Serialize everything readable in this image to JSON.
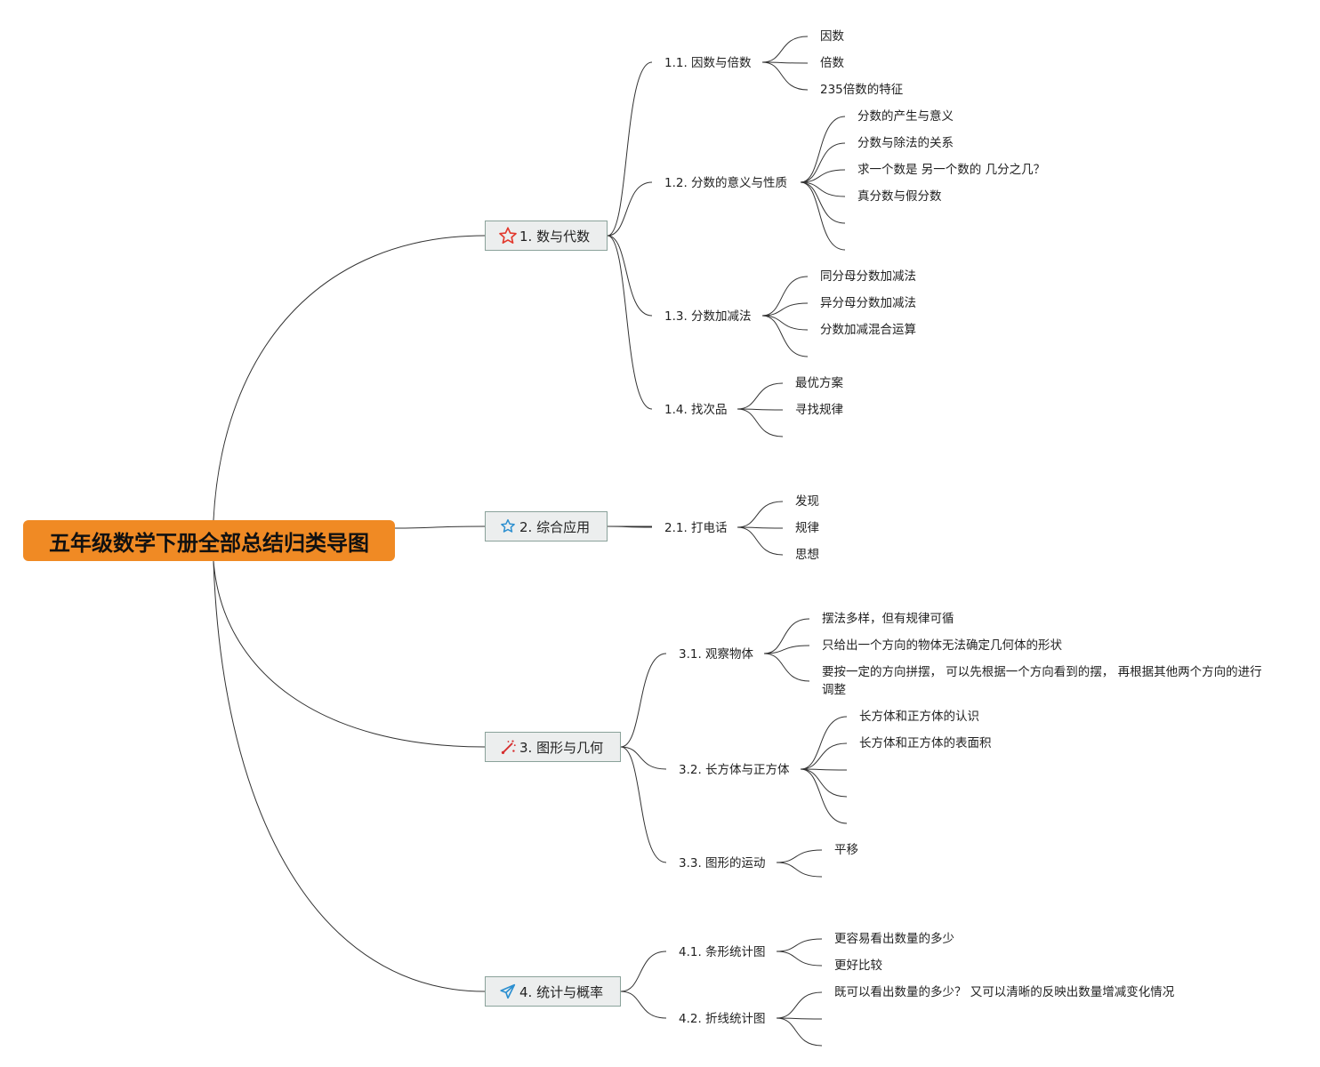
{
  "root": "五年级数学下册全部总结归类导图",
  "branches": [
    {
      "label": "1. 数与代数",
      "icon": "star-icon",
      "icon_color": "#e2382c",
      "subs": [
        {
          "label": "1.1. 因数与倍数",
          "leaves": [
            "因数",
            "倍数",
            "235倍数的特征"
          ]
        },
        {
          "label": "1.2. 分数的意义与性质",
          "leaves": [
            "分数的产生与意义",
            "分数与除法的关系",
            "求一个数是 另一个数的 几分之几？",
            "真分数与假分数",
            "",
            ""
          ]
        },
        {
          "label": "1.3. 分数加减法",
          "leaves": [
            "同分母分数加减法",
            "异分母分数加减法",
            "分数加减混合运算",
            ""
          ]
        },
        {
          "label": "1.4. 找次品",
          "leaves": [
            "最优方案",
            "寻找规律",
            ""
          ]
        }
      ]
    },
    {
      "label": "2. 综合应用",
      "icon": "star-outline-icon",
      "icon_color": "#2b8fd0",
      "subs": [
        {
          "label": "2.1. 打电话",
          "leaves": [
            "发现",
            "规律",
            "思想"
          ]
        }
      ]
    },
    {
      "label": "3. 图形与几何",
      "icon": "magic-wand-icon",
      "icon_color": "#d62d2d",
      "subs": [
        {
          "label": "3.1. 观察物体",
          "leaves": [
            "摆法多样，但有规律可循",
            "只给出一个方向的物体无法确定几何体的形状",
            "要按一定的方向拼摆， 可以先根据一个方向看到的摆， 再根据其他两个方向的进行调整"
          ]
        },
        {
          "label": "3.2. 长方体与正方体",
          "leaves": [
            "长方体和正方体的认识",
            "长方体和正方体的表面积",
            "",
            "",
            ""
          ]
        },
        {
          "label": "3.3. 图形的运动",
          "leaves": [
            "平移",
            ""
          ]
        }
      ]
    },
    {
      "label": "4. 统计与概率",
      "icon": "paper-plane-icon",
      "icon_color": "#2b8fd0",
      "subs": [
        {
          "label": "4.1. 条形统计图",
          "leaves": [
            "更容易看出数量的多少",
            "更好比较"
          ]
        },
        {
          "label": "4.2. 折线统计图",
          "leaves": [
            "既可以看出数量的多少？ 又可以清晰的反映出数量增减变化情况",
            "",
            ""
          ]
        }
      ]
    }
  ]
}
